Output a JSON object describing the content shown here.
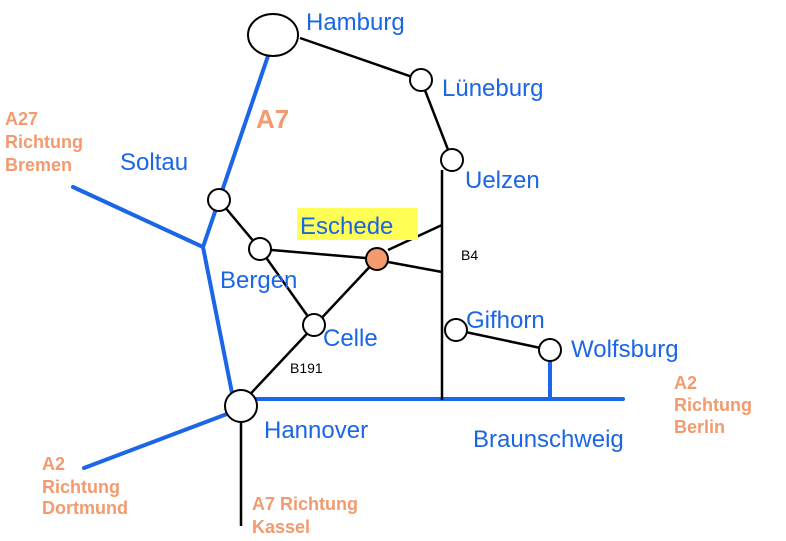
{
  "colors": {
    "autobahn": "#1a66e6",
    "city_text": "#1a66e6",
    "highway_text": "#f39a6e",
    "eschede_marker": "#f39a6e",
    "eschede_highlight": "#ffff55"
  },
  "cities": {
    "hamburg": "Hamburg",
    "lueneburg": "Lüneburg",
    "uelzen": "Uelzen",
    "soltau": "Soltau",
    "eschede": "Eschede",
    "bergen": "Bergen",
    "celle": "Celle",
    "gifhorn": "Gifhorn",
    "wolfsburg": "Wolfsburg",
    "hannover": "Hannover",
    "braunschweig": "Braunschweig"
  },
  "roads": {
    "a7": "A7",
    "b4": "B4",
    "b191": "B191"
  },
  "directions": {
    "a27": [
      "A27",
      "Richtung",
      "Bremen"
    ],
    "a2_berlin": [
      "A2",
      "Richtung",
      "Berlin"
    ],
    "a2_dortmund": [
      "A2",
      "Richtung",
      "Dortmund"
    ],
    "a7_kassel": [
      "A7 Richtung",
      "Kassel"
    ]
  }
}
